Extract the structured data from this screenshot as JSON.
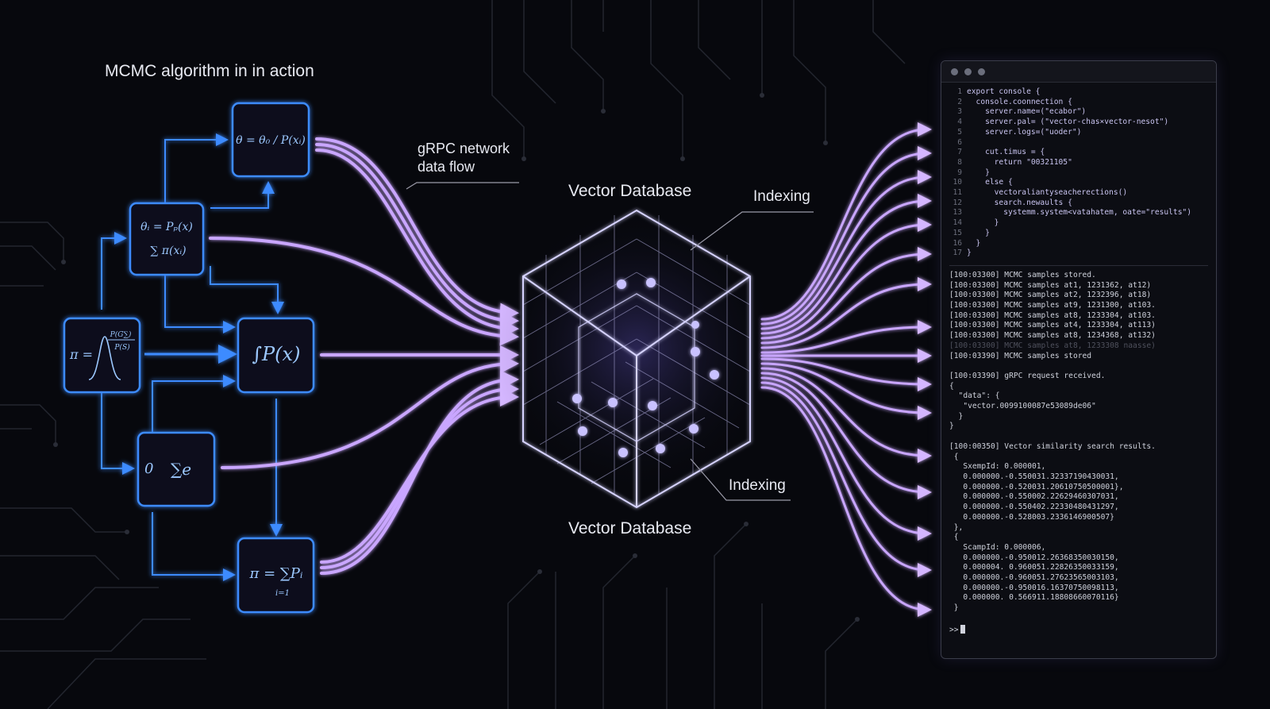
{
  "title": "MCMC algorithm in in action",
  "labels": {
    "grpc_line1": "gRPC network",
    "grpc_line2": "data flow",
    "vector_db_top": "Vector Database",
    "vector_db_bottom": "Vector Database",
    "indexing_top": "Indexing",
    "indexing_bottom": "Indexing"
  },
  "formulas": {
    "f1": "θ = θ₀ / P(xᵢ)",
    "f2_line1": "θᵢ = Pₚ(x)",
    "f2_line2": "∑ π(xᵢ)",
    "f3_left": "π =",
    "f3_top": "P(G∑)",
    "f3_bottom": "P(S)",
    "f4": "∫P(x)",
    "f5_left": "0",
    "f5_sum": "∑e",
    "f6": "π = ∑Pᵢ",
    "f6_sub": "i=1"
  },
  "colors": {
    "formula_blue": "#3d8bff",
    "flow_purple": "#c9a6ff",
    "background": "#07080d"
  },
  "terminal": {
    "code_lines": [
      "export console {",
      "  console.coonnection {",
      "    server.name=(\"ecabor\")",
      "    server.pal= (\"vector-chas×vector-nesot\")",
      "    server.logs=(\"uoder\")",
      "",
      "    cut.timus = {",
      "      return \"00321105\"",
      "    }",
      "    else {",
      "      vectoraliantyseacherections()",
      "      search.newaults {",
      "        systemm.system<vatahatem, oate=\"results\")",
      "      }",
      "    }",
      "  }",
      "}"
    ],
    "logs": [
      "[100:03300] MCMC samples stored.",
      "[100:03300] MCMC samples at1, 1231362, at12)",
      "[100:03300] MCMC samples at2, 1232396, at18)",
      "[100:03300] MCMC samples at9, 1231300, at103.",
      "[100:03300] MCMC samples at8, 1233304, at103.",
      "[100:03300] MCMC samples at4, 1233304, at113)",
      "[100:03300] MCMC samples at8, 1234368, at132)",
      "[100:03300] MCMC samples at8, 1233308 naasse)",
      "[100:03390] MCMC samples stored",
      "[100:03390] gRPC request received.",
      "{",
      "  \"data\": {",
      "   \"vector.0099100087e53089de06\"",
      "  }",
      "}",
      "[100:00350] Vector similarity search results.",
      " {",
      "   SxempId: 0.000001,",
      "   0.000000.-0.550031.32337190430031,",
      "   0.000000.-0.520031.20610750500001},",
      "   0.000000.-0.550002.22629460307031,",
      "   0.000000.-0.550402.22330480431297,",
      "   0.000000.-0.528003.2336146900507}",
      " },",
      " {",
      "   ScampId: 0.000006,",
      "   0.000000.-0.950012.26368350030150,",
      "   0.000004. 0.960051.22826350033159,",
      "   0.000000.-0.960051.27623565003103,",
      "   0.000000.-0.950016.16370750098113,",
      "   0.000000. 0.566911.18808660070116}",
      " }"
    ],
    "prompt": ">>"
  }
}
